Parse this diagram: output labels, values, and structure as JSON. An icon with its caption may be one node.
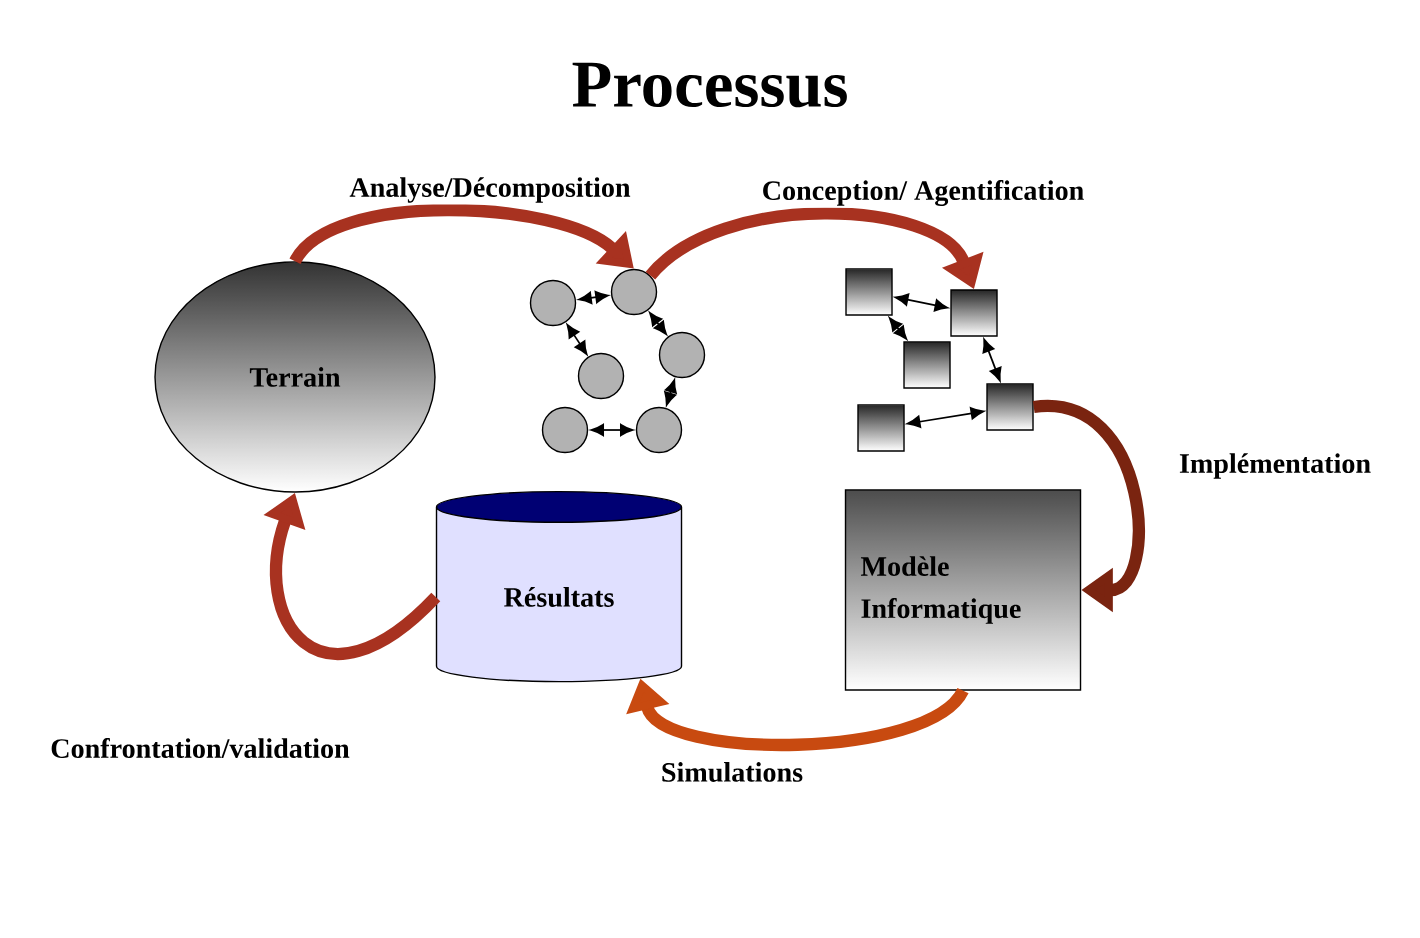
{
  "diagram": {
    "title": "Processus",
    "nodes": [
      {
        "text": [
          "Terrain"
        ]
      },
      {
        "text": [],
        "shape": "circle"
      },
      {
        "text": [],
        "shape": "circle"
      },
      {
        "text": [],
        "shape": "circle"
      },
      {
        "text": [],
        "shape": "circle"
      },
      {
        "text": [],
        "shape": "circle"
      },
      {
        "text": [],
        "shape": "circle"
      },
      {
        "text": [],
        "shape": "box"
      },
      {
        "text": [],
        "shape": "box"
      },
      {
        "text": [],
        "shape": "box"
      },
      {
        "text": [],
        "shape": "box"
      },
      {
        "text": [],
        "shape": "box"
      },
      {
        "text": [
          "Modèle Informatique"
        ]
      },
      {
        "text": [
          "Résultats"
        ]
      }
    ],
    "edges": [
      {
        "from": 0,
        "to": 2,
        "arrow": "to",
        "label": "Analyse/Décomposition",
        "style": "thick",
        "color": "#a83220"
      },
      {
        "from": 2,
        "to": 8,
        "arrow": "to",
        "label": "Conception/ Agentification",
        "style": "thick",
        "color": "#a83220"
      },
      {
        "from": 10,
        "to": 12,
        "arrow": "to",
        "label": "Implémentation",
        "style": "thick",
        "color": "#7a2410"
      },
      {
        "from": 12,
        "to": 13,
        "arrow": "to",
        "label": "Simulations",
        "style": "thick",
        "color": "#c84a10"
      },
      {
        "from": 13,
        "to": 0,
        "arrow": "to",
        "label": "Confrontation/validation",
        "style": "thick",
        "color": "#a83220"
      },
      {
        "from": 1,
        "to": 2,
        "arrow": "both"
      },
      {
        "from": 4,
        "to": 1,
        "arrow": "both"
      },
      {
        "from": 2,
        "to": 3,
        "arrow": "both"
      },
      {
        "from": 3,
        "to": 6,
        "arrow": "both"
      },
      {
        "from": 5,
        "to": 6,
        "arrow": "both"
      },
      {
        "from": 7,
        "to": 8,
        "arrow": "both"
      },
      {
        "from": 7,
        "to": 9,
        "arrow": "both"
      },
      {
        "from": 8,
        "to": 10,
        "arrow": "both"
      },
      {
        "from": 10,
        "to": 11,
        "arrow": "both"
      }
    ]
  }
}
